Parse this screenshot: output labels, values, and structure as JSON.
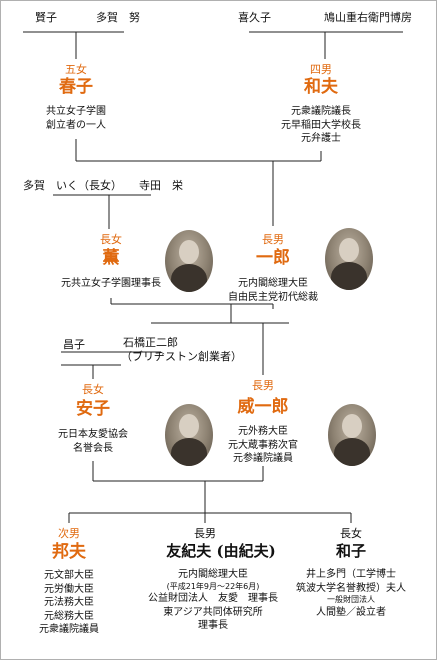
{
  "g1": {
    "kenko": "賢子",
    "taga_tsutomu": "多賀　努",
    "kikuko": "喜久子",
    "hatoyama_hirofusa": "鳩山重右衛門博房"
  },
  "haruko": {
    "relation": "五女",
    "name": "春子",
    "roles": [
      "共立女子学園",
      "創立者の一人"
    ]
  },
  "kazuo": {
    "relation": "四男",
    "name": "和夫",
    "roles": [
      "元衆議院議長",
      "元早稲田大学校長",
      "元弁護士"
    ]
  },
  "g2_parents": {
    "taga_iku": "多賀　いく（長女）",
    "terada_sakae": "寺田　栄"
  },
  "kaoru": {
    "relation": "長女",
    "name": "薫",
    "roles": [
      "元共立女子学園理事長"
    ]
  },
  "ichiro": {
    "relation": "長男",
    "name": "一郎",
    "roles": [
      "元内閣総理大臣",
      "自由民主党初代総裁"
    ]
  },
  "g3_parents": {
    "masako": "昌子",
    "ishibashi": "石橋正二郎",
    "ishibashi_note": "（ブリヂストン創業者）"
  },
  "yasuko": {
    "relation": "長女",
    "name": "安子",
    "roles": [
      "元日本友愛協会",
      "名誉会長"
    ]
  },
  "iichiro": {
    "relation": "長男",
    "name": "威一郎",
    "roles": [
      "元外務大臣",
      "元大蔵事務次官",
      "元参議院議員"
    ]
  },
  "kunio": {
    "relation": "次男",
    "name": "邦夫",
    "roles": [
      "元文部大臣",
      "元労働大臣",
      "元法務大臣",
      "元総務大臣",
      "元衆議院議員"
    ]
  },
  "yukio": {
    "relation": "長男",
    "name": "友紀夫 (由紀夫)",
    "role1": "元内閣総理大臣",
    "role1_note": "(平成21年9月〜22年6月)",
    "role2": "公益財団法人　友愛　理事長",
    "role3": "東アジア共同体研究所",
    "role4": "理事長"
  },
  "kazuko": {
    "relation": "長女",
    "name": "和子",
    "role1": "井上多門（工学博士",
    "role2": "筑波大学名誉教授）夫人",
    "role3": "一般財団法人",
    "role4": "人間塾／設立者"
  },
  "colors": {
    "accent": "#e06a10",
    "line": "#222222",
    "border": "#b0b0b0"
  }
}
